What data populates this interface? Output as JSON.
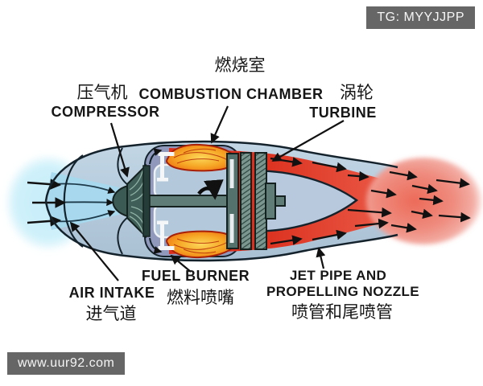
{
  "watermarks": {
    "top_right": "TG: MYYJJPP",
    "bottom_left": "www.uur92.com"
  },
  "labels": {
    "combustion_chamber": {
      "zh": "燃烧室",
      "en": "COMBUSTION CHAMBER"
    },
    "compressor": {
      "zh": "压气机",
      "en": "COMPRESSOR"
    },
    "turbine": {
      "zh": "涡轮",
      "en": "TURBINE"
    },
    "air_intake": {
      "en": "AIR INTAKE",
      "zh": "进气道"
    },
    "fuel_burner": {
      "en": "FUEL BURNER",
      "zh": "燃料喷嘴"
    },
    "jet_pipe": {
      "en_line1": "JET PIPE AND",
      "en_line2": "PROPELLING NOZZLE",
      "zh": "喷管和尾喷管"
    }
  },
  "colors": {
    "body_blue": "#b3c8da",
    "intake_cyan": "#a5d9ee",
    "exhaust_red": "#dc2f1e",
    "plume_pink": "#ee7262",
    "flame_orange": "#f59d1d",
    "flame_yellow": "#fcd75a",
    "metal_slate": "#5f7c76",
    "casing_purple": "#9099bb",
    "outline_dark": "#14222c",
    "watermark_gray": "#666666"
  }
}
